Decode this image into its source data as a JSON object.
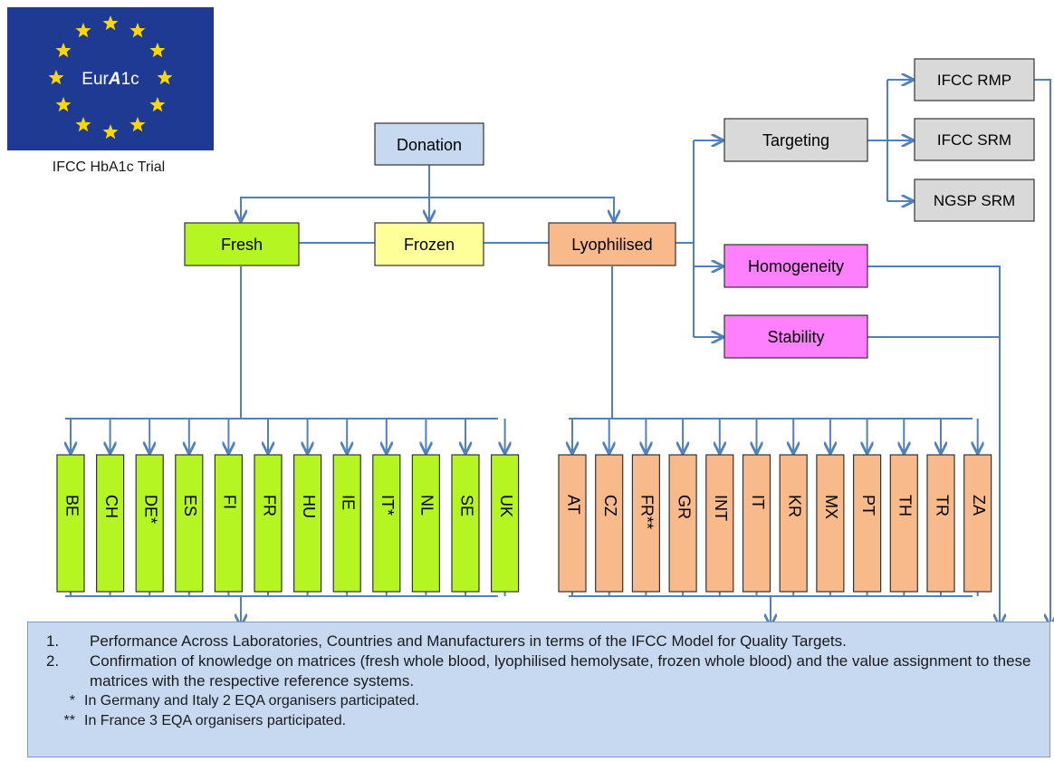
{
  "logo": {
    "text_prefix": "Eur",
    "text_bold": "A",
    "text_suffix": "1c",
    "caption": "IFCC HbA1c Trial",
    "bg_color": "#1f3a93",
    "star_color": "#ffd700"
  },
  "nodes": {
    "donation": "Donation",
    "fresh": "Fresh",
    "frozen": "Frozen",
    "lyophilised": "Lyophilised",
    "targeting": "Targeting",
    "homogeneity": "Homogeneity",
    "stability": "Stability",
    "ifcc_rmp": "IFCC RMP",
    "ifcc_srm": "IFCC SRM",
    "ngsp_srm": "NGSP SRM"
  },
  "fresh_countries": [
    "BE",
    "CH",
    "DE*",
    "ES",
    "FI",
    "FR",
    "HU",
    "IE",
    "IT*",
    "NL",
    "SE",
    "UK"
  ],
  "lyo_countries": [
    "AT",
    "CZ",
    "FR**",
    "GR",
    "INT",
    "IT",
    "KR",
    "MX",
    "PT",
    "TH",
    "TR",
    "ZA"
  ],
  "notes": [
    {
      "num": "1.",
      "text": "Performance Across Laboratories, Countries and Manufacturers in terms of the IFCC Model for Quality Targets."
    },
    {
      "num": "2.",
      "text": "Confirmation of knowledge on matrices (fresh whole blood, lyophilised hemolysate, frozen whole blood) and the value assignment to these matrices with the respective reference systems."
    }
  ],
  "footnotes": [
    {
      "mark": "*",
      "text": "In Germany and Italy 2 EQA organisers participated."
    },
    {
      "mark": "**",
      "text": "In France 3 EQA organisers participated."
    }
  ],
  "colors": {
    "line": "#4f81bd",
    "donation": "#c6d9f1",
    "fresh": "#b4f522",
    "frozen": "#ffff99",
    "lyophilised": "#f8b98b",
    "grey": "#d9d9d9",
    "pink": "#ff80ff",
    "box_border": "#333333"
  }
}
